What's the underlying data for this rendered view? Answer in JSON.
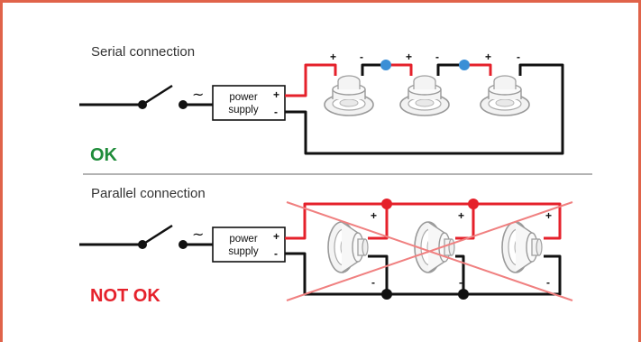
{
  "colors": {
    "frame": "#e0634a",
    "ok": "#1f8c3a",
    "not_ok": "#e5212b",
    "wire_positive": "#e5212b",
    "wire_negative": "#111111",
    "junction": "#3a8fd6",
    "cross": "#f08080"
  },
  "serial": {
    "title": "Serial connection",
    "status": "OK",
    "power_supply": {
      "line1": "power",
      "line2": "supply",
      "plus": "+",
      "minus": "-"
    },
    "tilde": "~",
    "speaker_signs": [
      "+",
      "-",
      "+",
      "-",
      "+",
      "-"
    ]
  },
  "parallel": {
    "title": "Parallel connection",
    "status": "NOT OK",
    "power_supply": {
      "line1": "power",
      "line2": "supply",
      "plus": "+",
      "minus": "-"
    },
    "tilde": "~",
    "speaker_signs": [
      "+",
      "-",
      "+",
      "-",
      "+",
      "-"
    ]
  },
  "icons": {
    "switch": "switch-icon",
    "downlight": "downlight-icon",
    "speaker": "speaker-icon",
    "cross": "cross-icon"
  }
}
